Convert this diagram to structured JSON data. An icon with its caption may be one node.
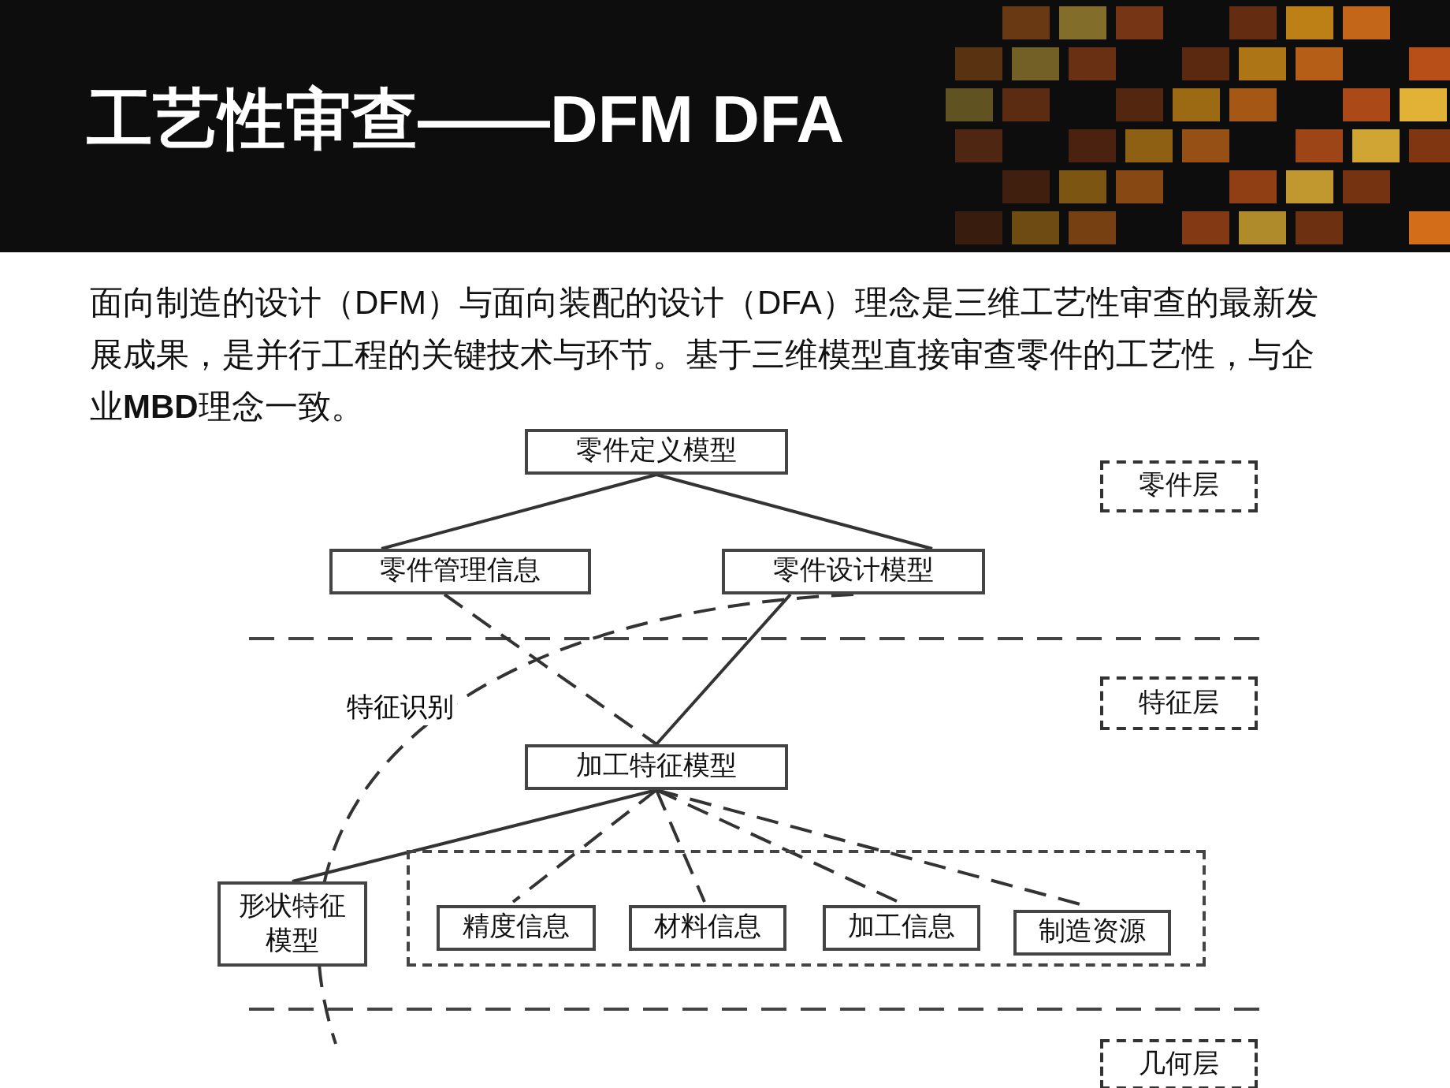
{
  "diagram": {
    "title": "工艺性审查——DFM DFA",
    "nodes": [
      {
        "text": [
          "零件定义模型"
        ]
      },
      {
        "text": [
          "零件管理信息"
        ]
      },
      {
        "text": [
          "零件设计模型"
        ]
      },
      {
        "text": [
          "加工特征模型"
        ]
      },
      {
        "text": [],
        "shape": "box"
      },
      {
        "text": [
          "形状特征模型"
        ]
      },
      {
        "text": [
          "精度信息"
        ],
        "in": 4
      },
      {
        "text": [
          "材料信息"
        ],
        "in": 4
      },
      {
        "text": [
          "加工信息"
        ],
        "in": 4
      },
      {
        "text": [
          "制造资源"
        ],
        "in": 4
      },
      {
        "text": [
          "零件层"
        ]
      },
      {
        "text": [
          "特征层"
        ]
      },
      {
        "text": [
          "几何层"
        ]
      }
    ],
    "edges": [
      {
        "from": 0,
        "to": 1,
        "arrow": "none"
      },
      {
        "from": 0,
        "to": 2,
        "arrow": "none"
      },
      {
        "from": 1,
        "to": 3,
        "arrow": "none",
        "style": "dashed"
      },
      {
        "from": 2,
        "to": 3,
        "arrow": "none"
      },
      {
        "from": 3,
        "to": 5,
        "arrow": "none"
      },
      {
        "from": 3,
        "to": 6,
        "arrow": "none",
        "style": "dashed"
      },
      {
        "from": 3,
        "to": 7,
        "arrow": "none",
        "style": "dashed"
      },
      {
        "from": 3,
        "to": 8,
        "arrow": "none",
        "style": "dashed"
      },
      {
        "from": 3,
        "to": 9,
        "arrow": "none",
        "style": "dashed"
      },
      {
        "from": 2,
        "to": null,
        "arrow": "none",
        "style": "dashed",
        "label": "特征识别"
      }
    ],
    "labels": [
      "面向制造的设计（DFM）与面向装配的设计（DFA）理念是三维工艺性审查的最新发展成果，是并行工程的关键技术与环节。基于三维模型直接审查零件的工艺性，与企业**MBD**理念一致。"
    ]
  }
}
